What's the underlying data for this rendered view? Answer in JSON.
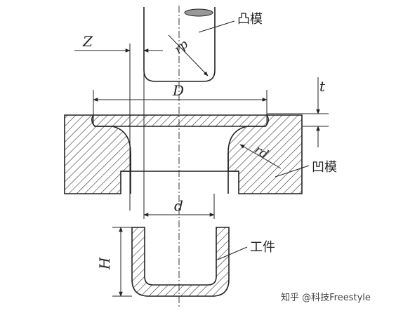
{
  "labels": {
    "z": "Z",
    "D": "D",
    "t": "t",
    "d": "d",
    "H": "H",
    "rp": "rp",
    "rd": "rd"
  },
  "callouts": {
    "punch": "凸模",
    "die": "凹模",
    "workpiece": "工件"
  },
  "watermark": "知乎 @科技Freestyle"
}
